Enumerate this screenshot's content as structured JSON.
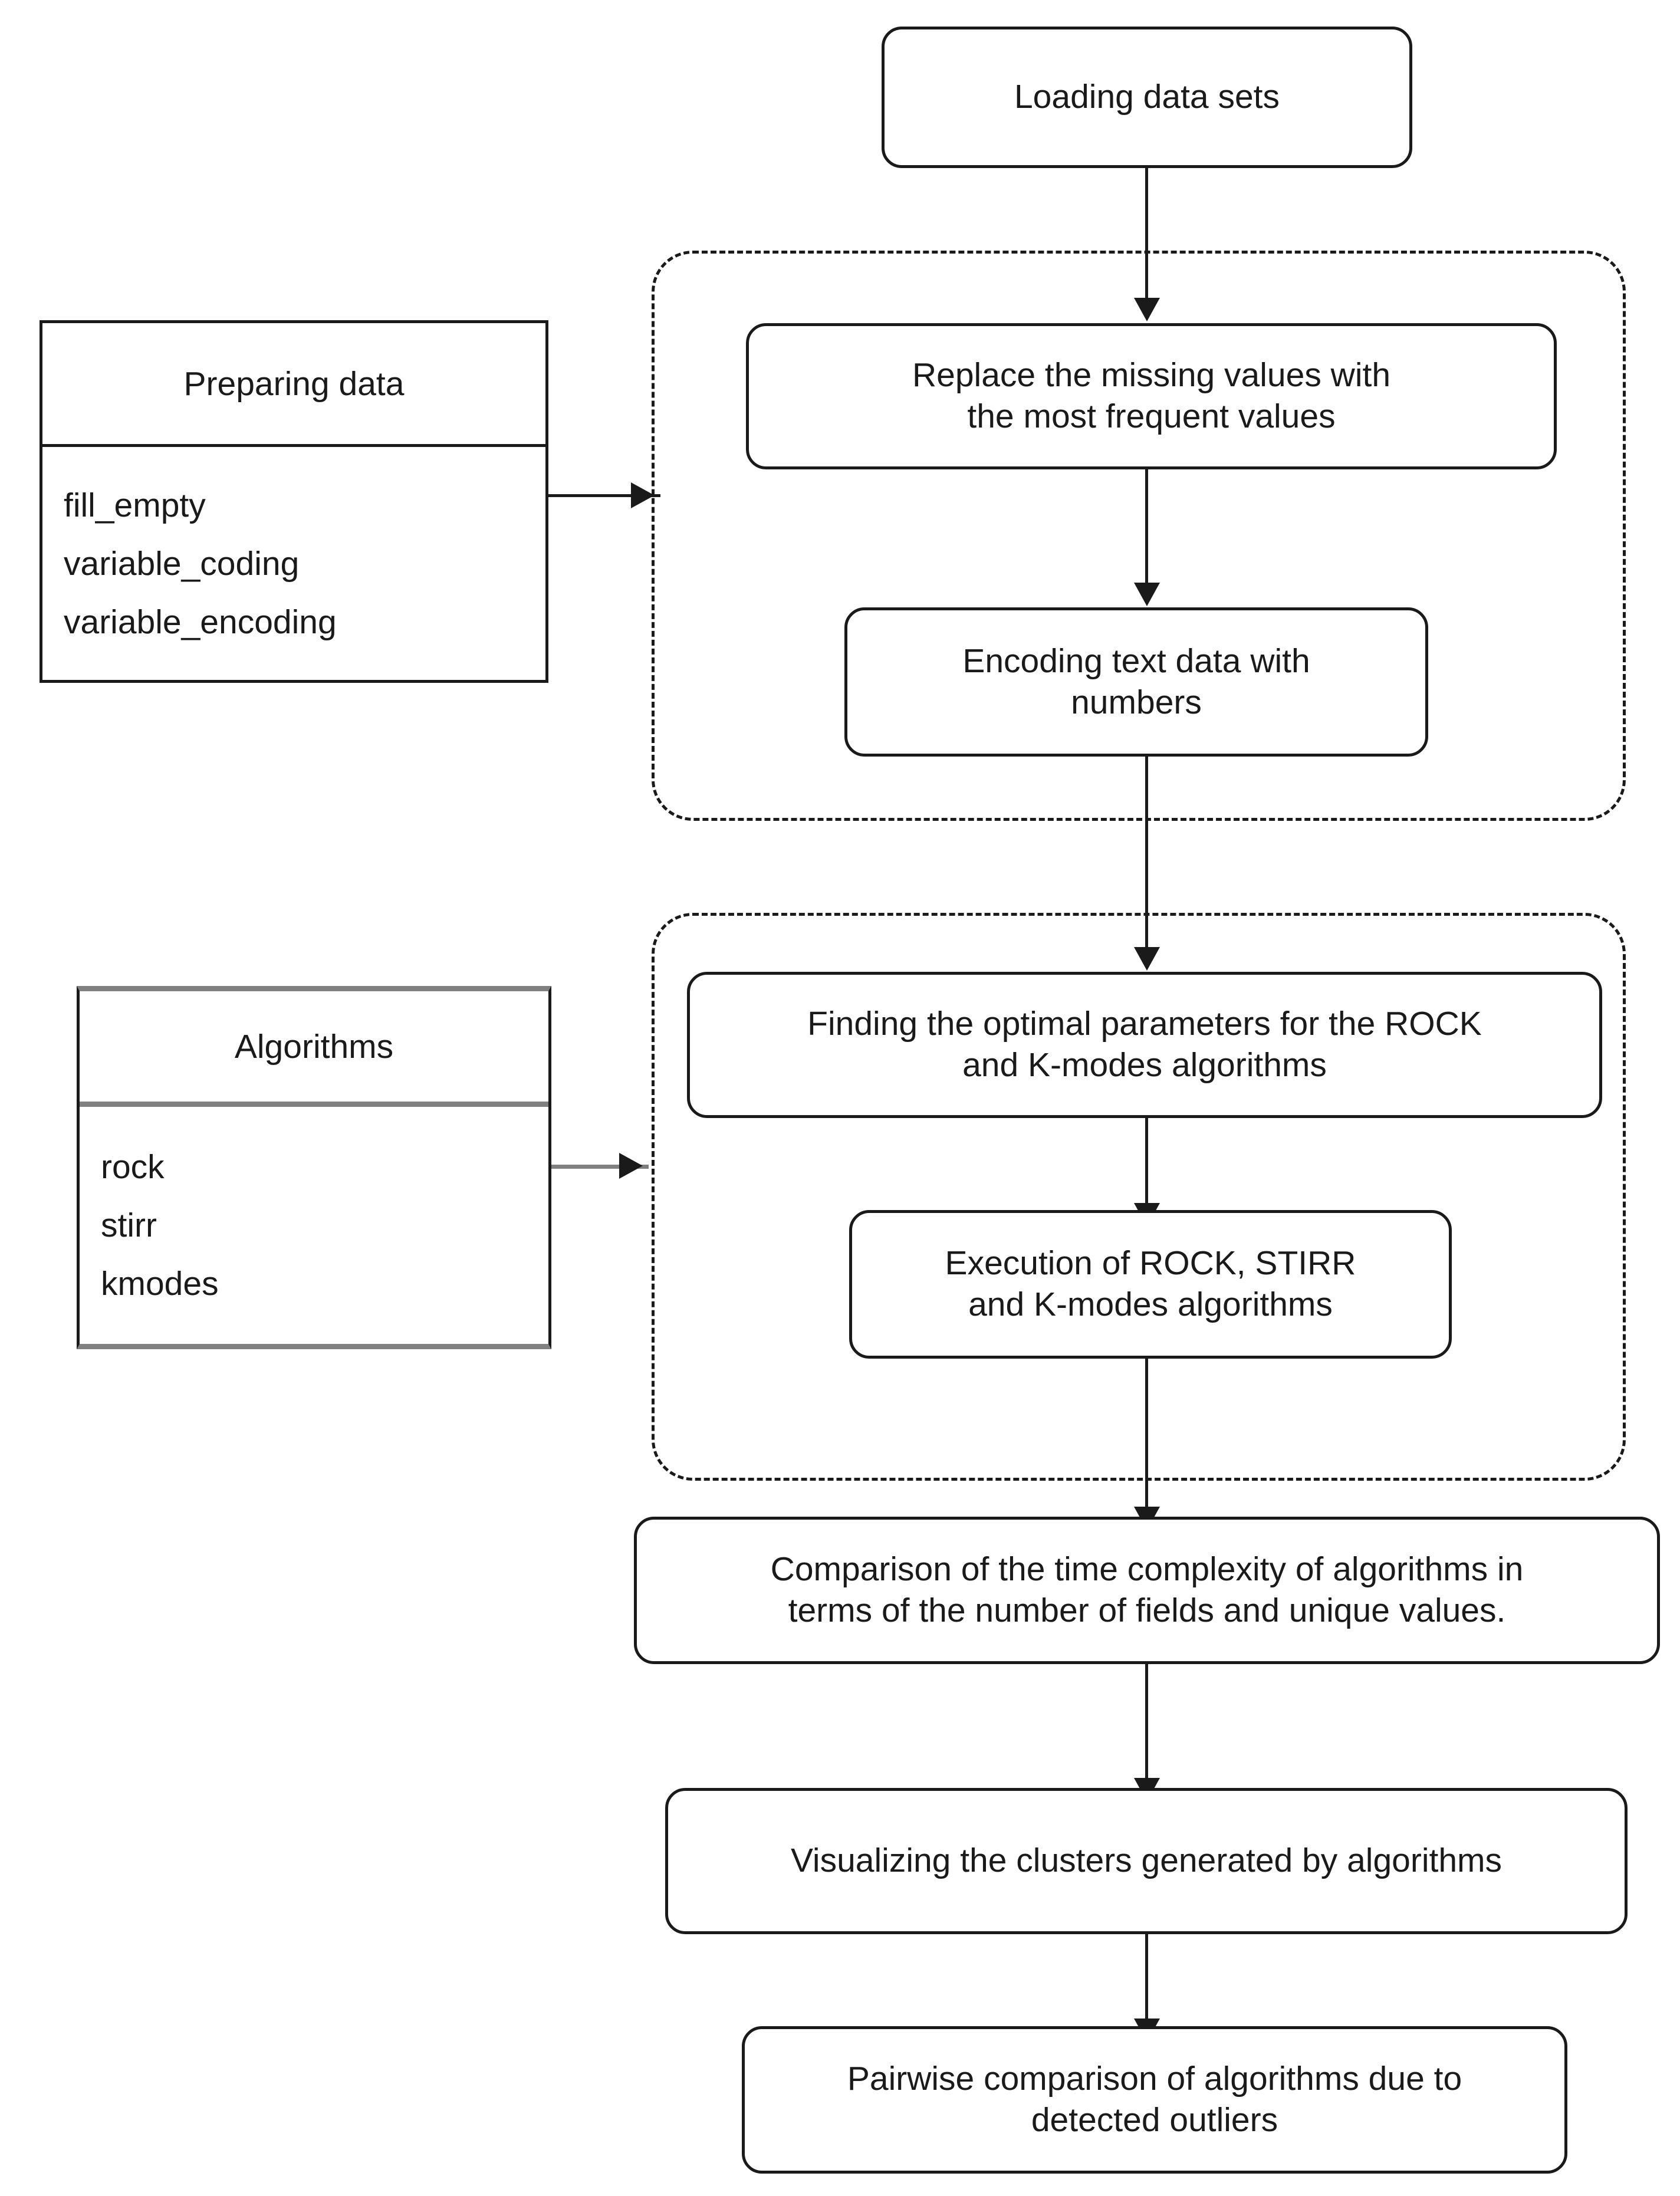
{
  "diagram": {
    "type": "flowchart",
    "nodes": {
      "loading": "Loading data sets",
      "replace_missing_line1": "Replace the missing values with",
      "replace_missing_line2": "the most frequent values",
      "encoding_line1": "Encoding text data with",
      "encoding_line2": "numbers",
      "finding_params_line1": "Finding the optimal parameters for the ROCK",
      "finding_params_line2": "and K-modes algorithms",
      "execution_line1": "Execution of ROCK, STIRR",
      "execution_line2": "and K-modes algorithms",
      "comparison_line1": "Comparison of the time complexity of algorithms in",
      "comparison_line2": "terms of the number of fields and unique values.",
      "visualizing": "Visualizing the clusters generated by algorithms",
      "pairwise_line1": "Pairwise comparison of algorithms due to",
      "pairwise_line2": "detected outliers"
    },
    "tables": [
      {
        "title": "Preparing data",
        "rows": [
          "fill_empty",
          "variable_coding",
          "variable_encoding"
        ]
      },
      {
        "title": "Algorithms",
        "rows": [
          "rock",
          "stirr",
          "kmodes"
        ]
      }
    ],
    "colors": {
      "stroke": "#1a1a1a",
      "gray_stroke": "#808080",
      "background": "#ffffff"
    }
  }
}
